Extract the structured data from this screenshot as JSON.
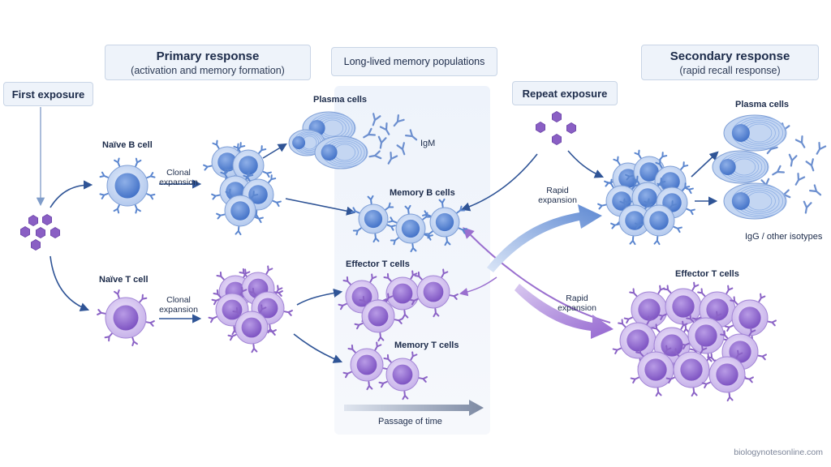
{
  "header": {
    "primary_title": "Primary response",
    "primary_sub": "(activation and memory formation)",
    "memory_title": "Long-lived memory populations",
    "secondary_title": "Secondary response",
    "secondary_sub": "(rapid recall response)"
  },
  "events": {
    "first_exposure": "First exposure",
    "repeat_exposure": "Repeat exposure"
  },
  "labels": {
    "naive_b": "Naïve B cell",
    "naive_t": "Naïve T cell",
    "clonal_exp_b": "Clonal\nexpansion",
    "clonal_exp_t": "Clonal\nexpansion",
    "plasma_primary": "Plasma cells",
    "igm": "IgM",
    "memory_b": "Memory B cells",
    "effector_t_primary": "Effector T cells",
    "memory_t": "Memory T cells",
    "passage_of_time": "Passage of time",
    "rapid_exp_b": "Rapid\nexpansion",
    "rapid_exp_t": "Rapid\nexpansion",
    "plasma_secondary": "Plasma cells",
    "igg": "IgG / other isotypes",
    "effector_t_secondary": "Effector T cells"
  },
  "credit": "biologynotesonline.com",
  "colors": {
    "b_cell": "#5b86cf",
    "t_cell": "#8b63c6",
    "arrow_blue": "#2f5496",
    "arrow_purple": "#9a6fcf",
    "antigen": "#8a5fc4"
  }
}
